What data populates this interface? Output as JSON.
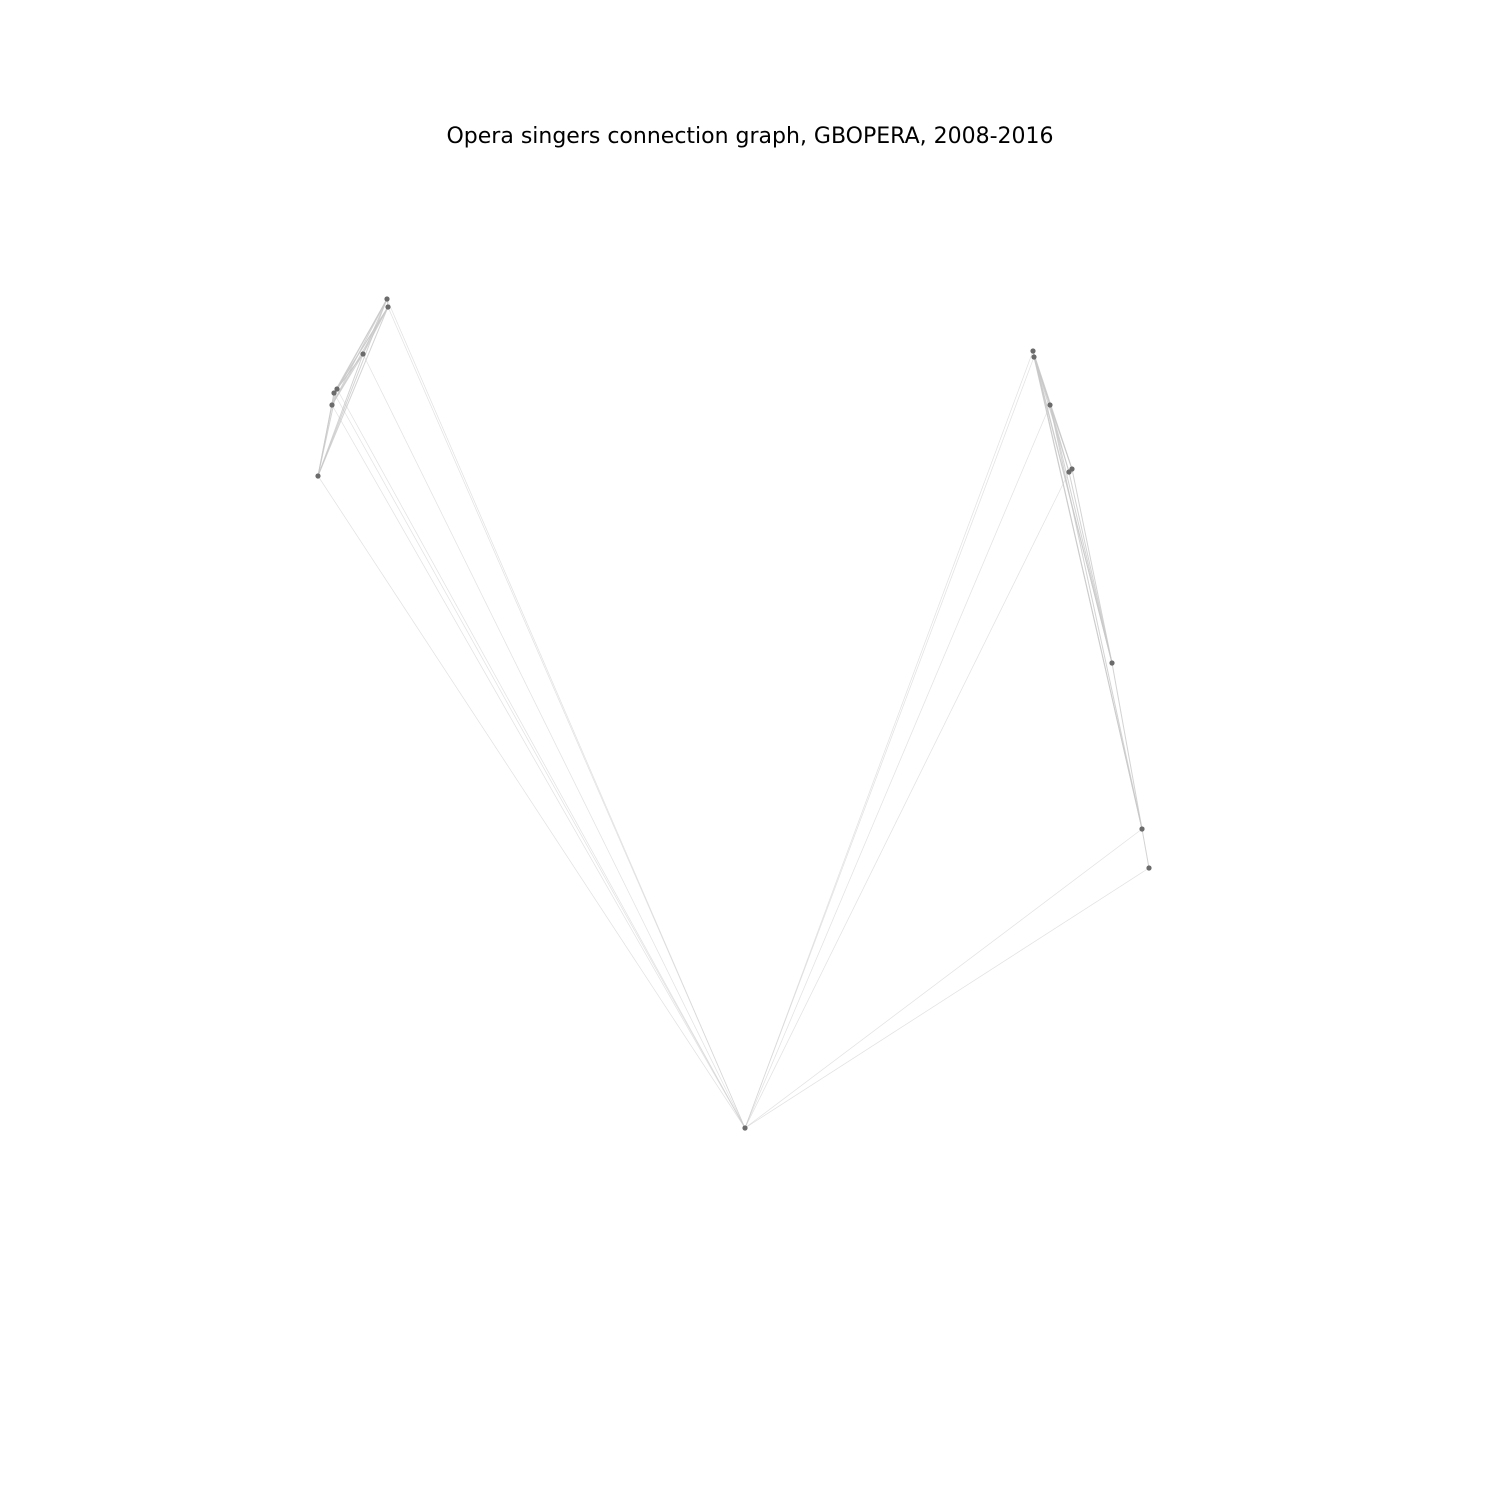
{
  "title": "Opera singers connection graph, GBOPERA, 2008-2016",
  "colors": {
    "node": "#6b6b6b",
    "edge": "#c8c8c8",
    "background": "#ffffff"
  },
  "graph": {
    "node_count": 18,
    "edges": [
      [
        "L1",
        "L2"
      ],
      [
        "L1",
        "L3"
      ],
      [
        "L1",
        "L4"
      ],
      [
        "L1",
        "L5"
      ],
      [
        "L1",
        "L6"
      ],
      [
        "L1",
        "L7"
      ],
      [
        "L2",
        "L3"
      ],
      [
        "L2",
        "L4"
      ],
      [
        "L2",
        "L5"
      ],
      [
        "L2",
        "L6"
      ],
      [
        "L2",
        "L7"
      ],
      [
        "L3",
        "L4"
      ],
      [
        "L3",
        "L5"
      ],
      [
        "L3",
        "L6"
      ],
      [
        "L3",
        "L7"
      ],
      [
        "L4",
        "L6"
      ],
      [
        "L5",
        "L6"
      ],
      [
        "L4",
        "L7"
      ],
      [
        "L5",
        "L7"
      ],
      [
        "L6",
        "L7"
      ],
      [
        "R1",
        "R2"
      ],
      [
        "R1",
        "R3"
      ],
      [
        "R1",
        "R4"
      ],
      [
        "R1",
        "R6"
      ],
      [
        "R1",
        "R7"
      ],
      [
        "R2",
        "R3"
      ],
      [
        "R2",
        "R4"
      ],
      [
        "R2",
        "R5"
      ],
      [
        "R2",
        "R6"
      ],
      [
        "R2",
        "R7"
      ],
      [
        "R3",
        "R4"
      ],
      [
        "R3",
        "R5"
      ],
      [
        "R3",
        "R6"
      ],
      [
        "R3",
        "R7"
      ],
      [
        "R4",
        "R5"
      ],
      [
        "R4",
        "R6"
      ],
      [
        "R5",
        "R6"
      ],
      [
        "R6",
        "R7"
      ],
      [
        "R7",
        "R8"
      ],
      [
        "B",
        "L1"
      ],
      [
        "B",
        "L2"
      ],
      [
        "B",
        "L3"
      ],
      [
        "B",
        "L4"
      ],
      [
        "B",
        "L5"
      ],
      [
        "B",
        "L6"
      ],
      [
        "B",
        "L7"
      ],
      [
        "B",
        "R1"
      ],
      [
        "B",
        "R2"
      ],
      [
        "B",
        "R3"
      ],
      [
        "B",
        "R5"
      ],
      [
        "B",
        "R7"
      ],
      [
        "B",
        "R8"
      ]
    ]
  }
}
